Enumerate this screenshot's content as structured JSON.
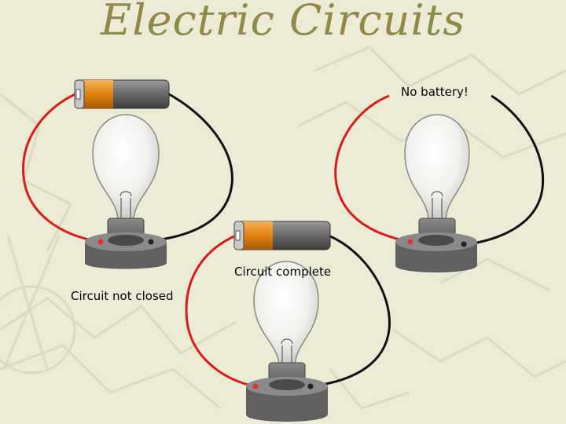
{
  "slide": {
    "title": "Electric Circuits"
  },
  "circuits": [
    {
      "id": "left",
      "label": "Circuit not closed",
      "has_battery": true,
      "closed": false
    },
    {
      "id": "middle",
      "label": "Circuit complete",
      "has_battery": true,
      "closed": true
    },
    {
      "id": "right",
      "label": "No battery!",
      "has_battery": false,
      "closed": false
    }
  ],
  "colors": {
    "title": "#8f8a47",
    "background": "#ecebd6",
    "wire_red": "#dd1a1a",
    "wire_black": "#111111",
    "battery_orange": "#e88a14",
    "battery_gray": "#6f6f6f",
    "socket_gray": "#6e6e6e"
  }
}
